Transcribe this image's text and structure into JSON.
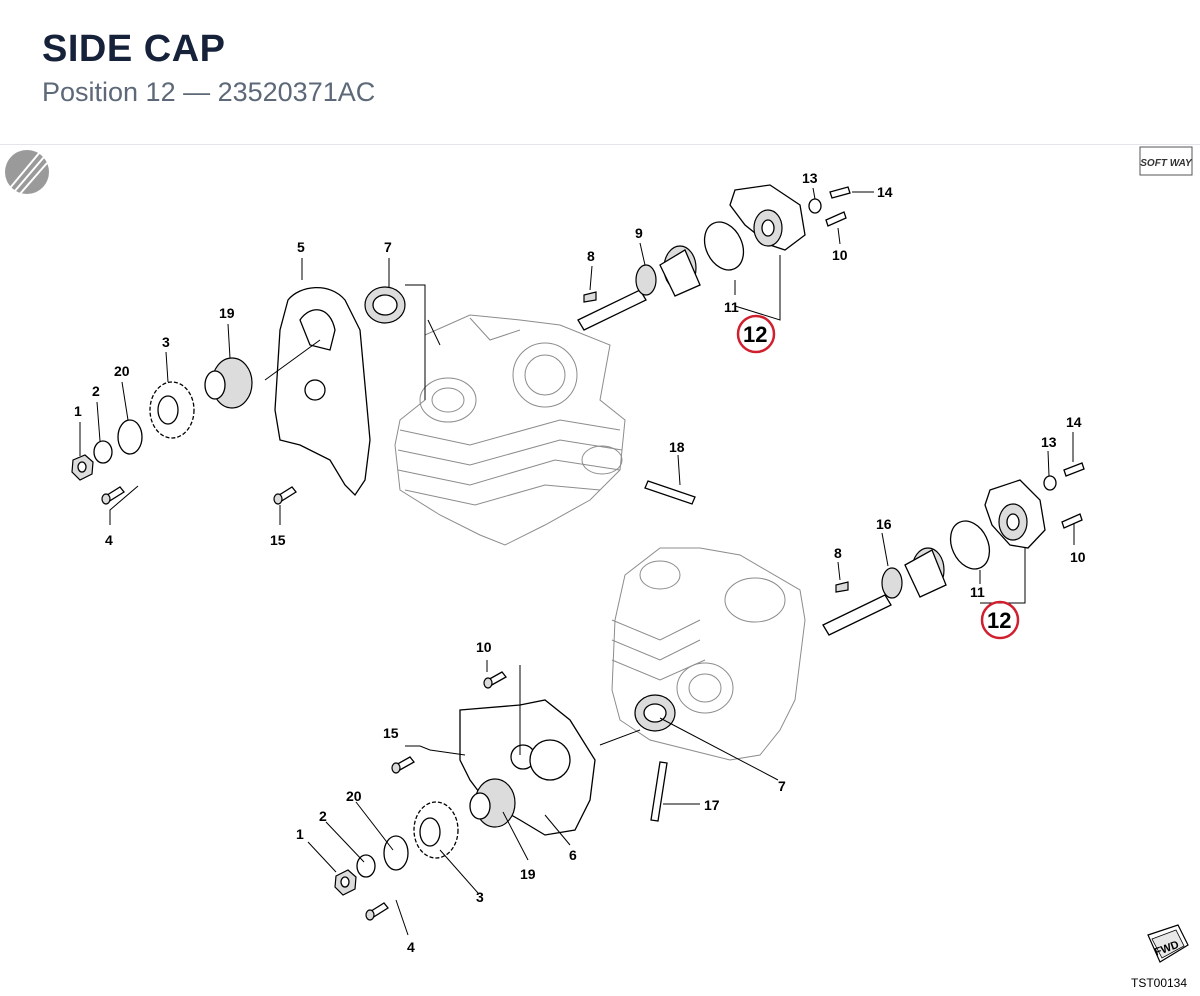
{
  "header": {
    "title": "SIDE CAP",
    "subtitle": "Position 12 — 23520371AC"
  },
  "diagram": {
    "logo_text": "SOFT WAY",
    "fwd_text": "FWD",
    "code": "TST00134",
    "highlight_color": "#d0202f",
    "labels": {
      "a1": "1",
      "a2": "2",
      "a20": "20",
      "a3": "3",
      "a19": "19",
      "a5": "5",
      "a7": "7",
      "a8": "8",
      "a9": "9",
      "a11": "11",
      "a12": "12",
      "a13": "13",
      "a14": "14",
      "a10": "10",
      "a4": "4",
      "a15": "15",
      "a18": "18",
      "b14": "14",
      "b13": "13",
      "b16": "16",
      "b8": "8",
      "b10": "10",
      "b11": "11",
      "b12": "12",
      "b7": "7",
      "b17": "17",
      "b10b": "10",
      "b15": "15",
      "b20": "20",
      "b2": "2",
      "b1": "1",
      "b19": "19",
      "b6": "6",
      "b3": "3",
      "b4": "4"
    }
  }
}
